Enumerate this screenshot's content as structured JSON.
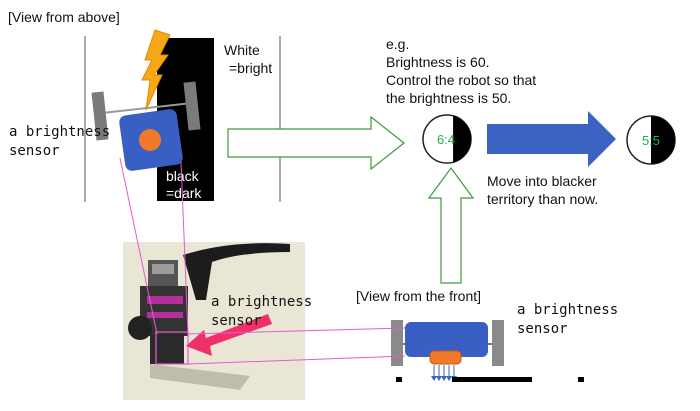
{
  "top_view": {
    "title": "[View from above]",
    "white_label": "White",
    "white_value": "=bright",
    "black_label": "black",
    "black_value": "=dark",
    "sensor_label_line1": "a brightness",
    "sensor_label_line2": "sensor"
  },
  "example": {
    "line1": "e.g.",
    "line2": "Brightness is 60.",
    "line3": "Control the robot so that",
    "line4": "the brightness is 50.",
    "gauge_before": "6:4",
    "gauge_after": "5:5",
    "caption_line1": "Move into blacker",
    "caption_line2": "territory than now."
  },
  "photo": {
    "sensor_label_line1": "a brightness",
    "sensor_label_line2": "sensor"
  },
  "front_view": {
    "title": "[View from the front]",
    "sensor_label_line1": "a brightness",
    "sensor_label_line2": "sensor"
  },
  "colors": {
    "robot_blue": "#3a5fc4",
    "sensor_orange": "#f07a2a",
    "outline_arrow": "#3c9a3c",
    "solid_arrow": "#3a63c2",
    "connector": "#e35bd0",
    "lightning": "#f6a818",
    "photo_pointer": "#f0306b",
    "gauge_text": "#23b04a"
  }
}
